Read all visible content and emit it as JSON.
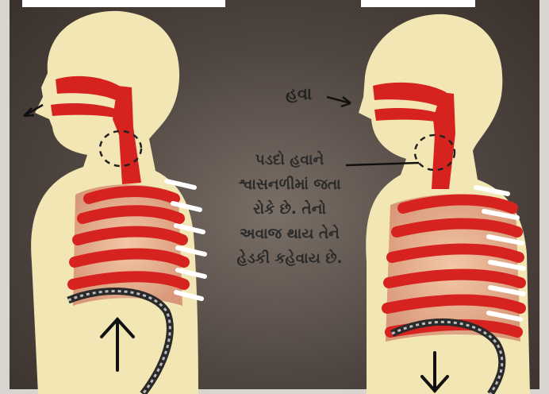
{
  "labels": {
    "air": "હવા"
  },
  "caption_lines": [
    "પડદો હવાને",
    "શ્વાસનળીમાં જતા",
    "રોકે છે. તેનો",
    "અવાજ થાય તેને",
    "હેડકી કહેવાય છે."
  ],
  "colors": {
    "body": "#f1e6b4",
    "airway": "#d6231f",
    "ribs": "#ffffff",
    "background": "#4f4540"
  }
}
